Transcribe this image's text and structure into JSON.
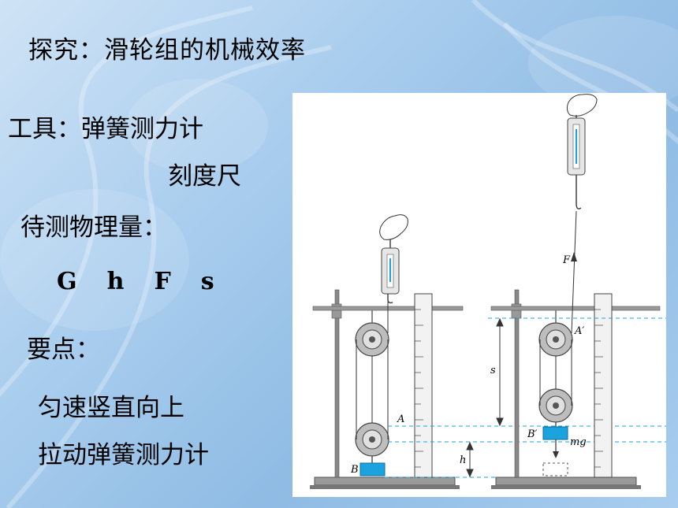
{
  "slide": {
    "title": "探究：滑轮组的机械效率",
    "tools_line1": "工具：弹簧测力计",
    "tools_line2": "刻度尺",
    "measure_heading": "待测物理量：",
    "variables": [
      "G",
      "h",
      "F",
      "s"
    ],
    "key_points_heading": "要点：",
    "key_point_line1": "匀速竖直向上",
    "key_point_line2": "拉动弹簧测力计"
  },
  "diagram": {
    "labels": {
      "point_a": "A",
      "point_a_prime": "A′",
      "block_b": "B",
      "block_b_prime": "B′",
      "force": "F",
      "weight": "mg",
      "distance_s": "s",
      "height_h": "h"
    },
    "colors": {
      "frame": "#8c8c8c",
      "block": "#1aa3df",
      "dashed": "#1aa3df",
      "pulley": "#8a8a8a"
    }
  }
}
